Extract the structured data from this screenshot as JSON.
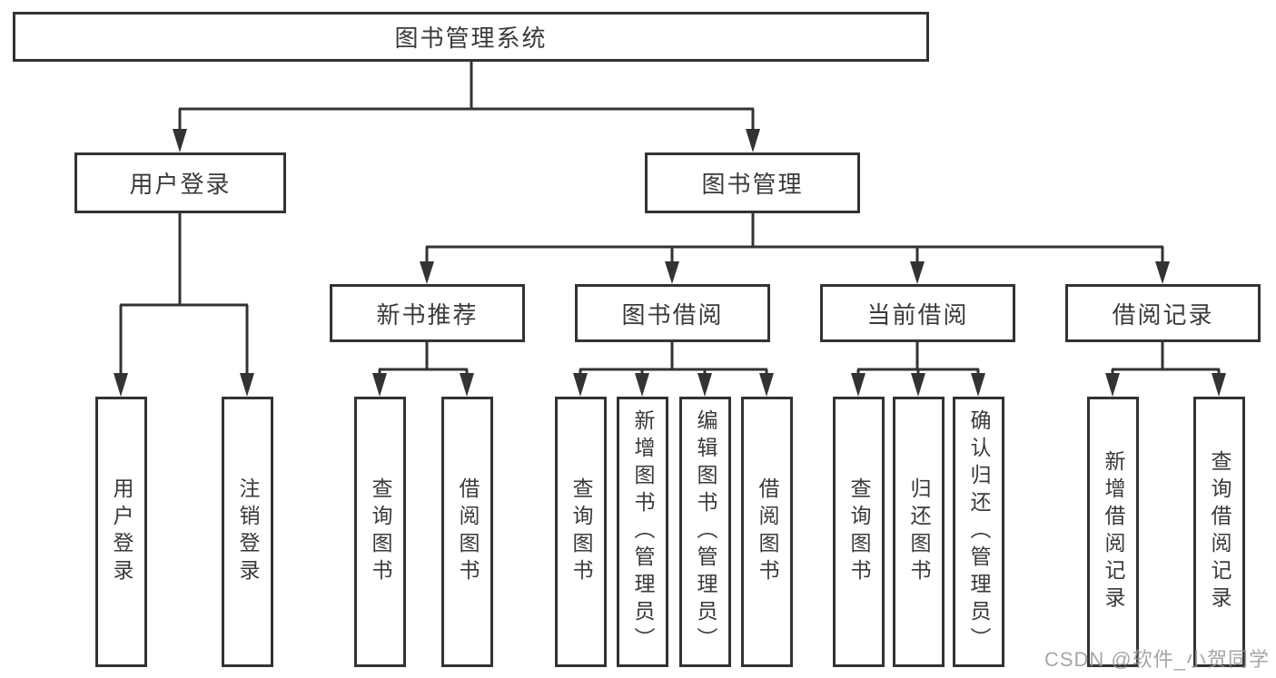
{
  "nodes": {
    "root": "图书管理系统",
    "user_login": "用户登录",
    "book_mgmt": "图书管理",
    "new_book_rec": "新书推荐",
    "book_borrow": "图书借阅",
    "current_borrow": "当前借阅",
    "borrow_records": "借阅记录",
    "leaves": {
      "login": "用户登录",
      "logout": "注销登录",
      "nb_query": "查询图书",
      "nb_borrow": "借阅图书",
      "bb_query": "查询图书",
      "bb_add": "新增图书（管理员）",
      "bb_edit": "编辑图书（管理员）",
      "bb_borrow": "借阅图书",
      "cb_query": "查询图书",
      "cb_return": "归还图书",
      "cb_confirm": "确认归还（管理员）",
      "br_add": "新增借阅记录",
      "br_query": "查询借阅记录"
    }
  },
  "watermark": "CSDN @软件_小贺同学",
  "colors": {
    "line": "#333333",
    "text": "#3a3a3a",
    "background": "#ffffff",
    "watermark": "#969696"
  }
}
